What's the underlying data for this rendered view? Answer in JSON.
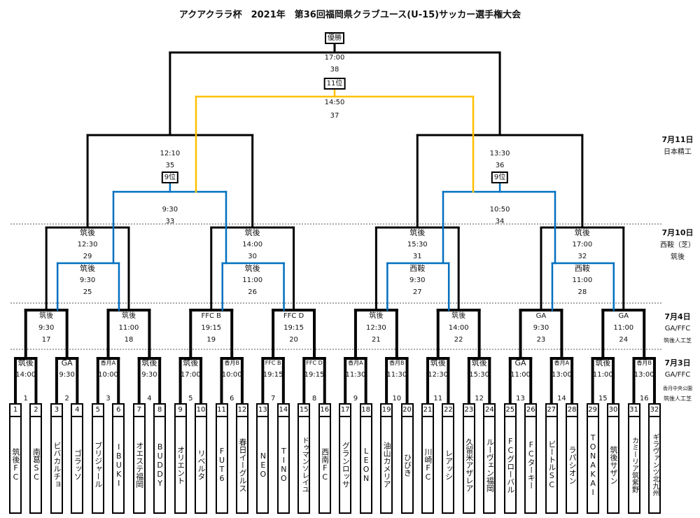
{
  "title": "アクアクララ杯　2021年　第36回福岡県クラブユース(U-15)サッカー選手権大会",
  "colors": {
    "line": "#000000",
    "ninth": "#0070c0",
    "eleventh": "#ffc000"
  },
  "final": {
    "label": "優勝",
    "time": "17:00",
    "no": "38"
  },
  "eleventh": {
    "label": "11位",
    "time": "14:50",
    "no": "37"
  },
  "semis": [
    {
      "time": "12:10",
      "no": "35",
      "label": "9位"
    },
    {
      "time": "13:30",
      "no": "36",
      "label": "9位"
    }
  ],
  "ninth_semis": [
    {
      "time": "9:30",
      "no": "33"
    },
    {
      "time": "10:50",
      "no": "34"
    }
  ],
  "round3": [
    {
      "venue": "筑後",
      "time": "12:30",
      "no": "29"
    },
    {
      "venue": "筑後",
      "time": "14:00",
      "no": "30"
    },
    {
      "venue": "筑後",
      "time": "15:30",
      "no": "31"
    },
    {
      "venue": "筑後",
      "time": "17:00",
      "no": "32"
    }
  ],
  "round3_lower": [
    {
      "venue": "筑後",
      "time": "9:30",
      "no": "25"
    },
    {
      "venue": "筑後",
      "time": "11:00",
      "no": "26"
    },
    {
      "venue": "西鞍",
      "time": "9:30",
      "no": "27"
    },
    {
      "venue": "西鞍",
      "time": "11:00",
      "no": "28"
    }
  ],
  "round2": [
    {
      "venue": "筑後",
      "time": "9:30",
      "no": "17"
    },
    {
      "venue": "筑後",
      "time": "11:00",
      "no": "18"
    },
    {
      "venue": "FFC B",
      "time": "19:15",
      "no": "19"
    },
    {
      "venue": "FFC D",
      "time": "19:15",
      "no": "20"
    },
    {
      "venue": "筑後",
      "time": "12:30",
      "no": "21"
    },
    {
      "venue": "筑後",
      "time": "14:00",
      "no": "22"
    },
    {
      "venue": "GA",
      "time": "9:30",
      "no": "23"
    },
    {
      "venue": "GA",
      "time": "11:00",
      "no": "24"
    }
  ],
  "round1": [
    {
      "venue": "筑後",
      "time": "14:00",
      "no": "1"
    },
    {
      "venue": "GA",
      "time": "9:30",
      "no": "2"
    },
    {
      "venue": "香月A",
      "time": "10:00",
      "no": "3"
    },
    {
      "venue": "筑後",
      "time": "9:30",
      "no": "4"
    },
    {
      "venue": "筑後",
      "time": "17:00",
      "no": "5"
    },
    {
      "venue": "香月B",
      "time": "10:00",
      "no": "6"
    },
    {
      "venue": "FFC B",
      "time": "19:15",
      "no": "7"
    },
    {
      "venue": "FFC D",
      "time": "19:15",
      "no": "8"
    },
    {
      "venue": "香月A",
      "time": "11:30",
      "no": "9"
    },
    {
      "venue": "香月B",
      "time": "11:30",
      "no": "10"
    },
    {
      "venue": "筑後",
      "time": "12:30",
      "no": "11"
    },
    {
      "venue": "筑後",
      "time": "15:30",
      "no": "12"
    },
    {
      "venue": "GA",
      "time": "11:00",
      "no": "13"
    },
    {
      "venue": "香月A",
      "time": "13:00",
      "no": "14"
    },
    {
      "venue": "筑後",
      "time": "11:00",
      "no": "15"
    },
    {
      "venue": "香月B",
      "time": "13:00",
      "no": "16"
    }
  ],
  "teams": [
    {
      "no": "1",
      "name": "筑後FC"
    },
    {
      "no": "2",
      "name": "南葛SC"
    },
    {
      "no": "3",
      "name": "ビバカルチョ"
    },
    {
      "no": "4",
      "name": "ゴラッソ"
    },
    {
      "no": "5",
      "name": "ブリジャール"
    },
    {
      "no": "6",
      "name": "IBUKI"
    },
    {
      "no": "7",
      "name": "オエステ福岡"
    },
    {
      "no": "8",
      "name": "BUDDY"
    },
    {
      "no": "9",
      "name": "オリエント"
    },
    {
      "no": "10",
      "name": "リベルタ"
    },
    {
      "no": "11",
      "name": "FUT6"
    },
    {
      "no": "12",
      "name": "春日イーグルス"
    },
    {
      "no": "13",
      "name": "NEO"
    },
    {
      "no": "14",
      "name": "TINO"
    },
    {
      "no": "15",
      "name": "ドゥマンソレイユ"
    },
    {
      "no": "16",
      "name": "西南FC"
    },
    {
      "no": "17",
      "name": "グランロッサ"
    },
    {
      "no": "18",
      "name": "LEON"
    },
    {
      "no": "19",
      "name": "油山カメリア"
    },
    {
      "no": "20",
      "name": "ひびき"
    },
    {
      "no": "21",
      "name": "川崎FC"
    },
    {
      "no": "22",
      "name": "レアッシ"
    },
    {
      "no": "23",
      "name": "久留米アザレア"
    },
    {
      "no": "24",
      "name": "ルーヴェン福岡"
    },
    {
      "no": "25",
      "name": "FCグローバル"
    },
    {
      "no": "26",
      "name": "FCターキー"
    },
    {
      "no": "27",
      "name": "ビートルSC"
    },
    {
      "no": "28",
      "name": "ラパシオン"
    },
    {
      "no": "29",
      "name": "TONAKAI"
    },
    {
      "no": "30",
      "name": "筑後サザン"
    },
    {
      "no": "31",
      "name": "カミーリア筑紫野"
    },
    {
      "no": "32",
      "name": "ギラヴァンツ北九州"
    }
  ],
  "schedule": {
    "day4": {
      "date": "7月11日",
      "venue": "日本精工"
    },
    "day3": {
      "date": "7月10日",
      "venue1": "西鞍（芝）",
      "venue2": "筑後"
    },
    "day2": {
      "date": "7月4日",
      "venue1": "GA/FFC",
      "venue2": "筑後人工芝"
    },
    "day1": {
      "date": "7月3日",
      "venue1": "GA/FFC",
      "venue2": "香月中央公園",
      "venue3": "筑後人工芝"
    }
  }
}
